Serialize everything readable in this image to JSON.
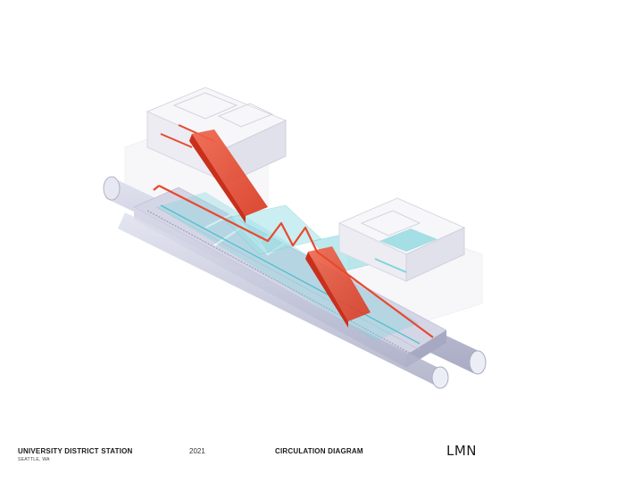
{
  "footer": {
    "project_title": "UNIVERSITY DISTRICT STATION",
    "project_location": "SEATTLE, WA",
    "year": "2021",
    "sheet_title": "CIRCULATION DIAGRAM",
    "logo_text": "LMN"
  },
  "colors": {
    "circulation_red": "#e8492e",
    "glass_cyan": "#7fd4dc",
    "structure_lavender": "#c9cce0",
    "building_white": "#f4f4f7"
  }
}
